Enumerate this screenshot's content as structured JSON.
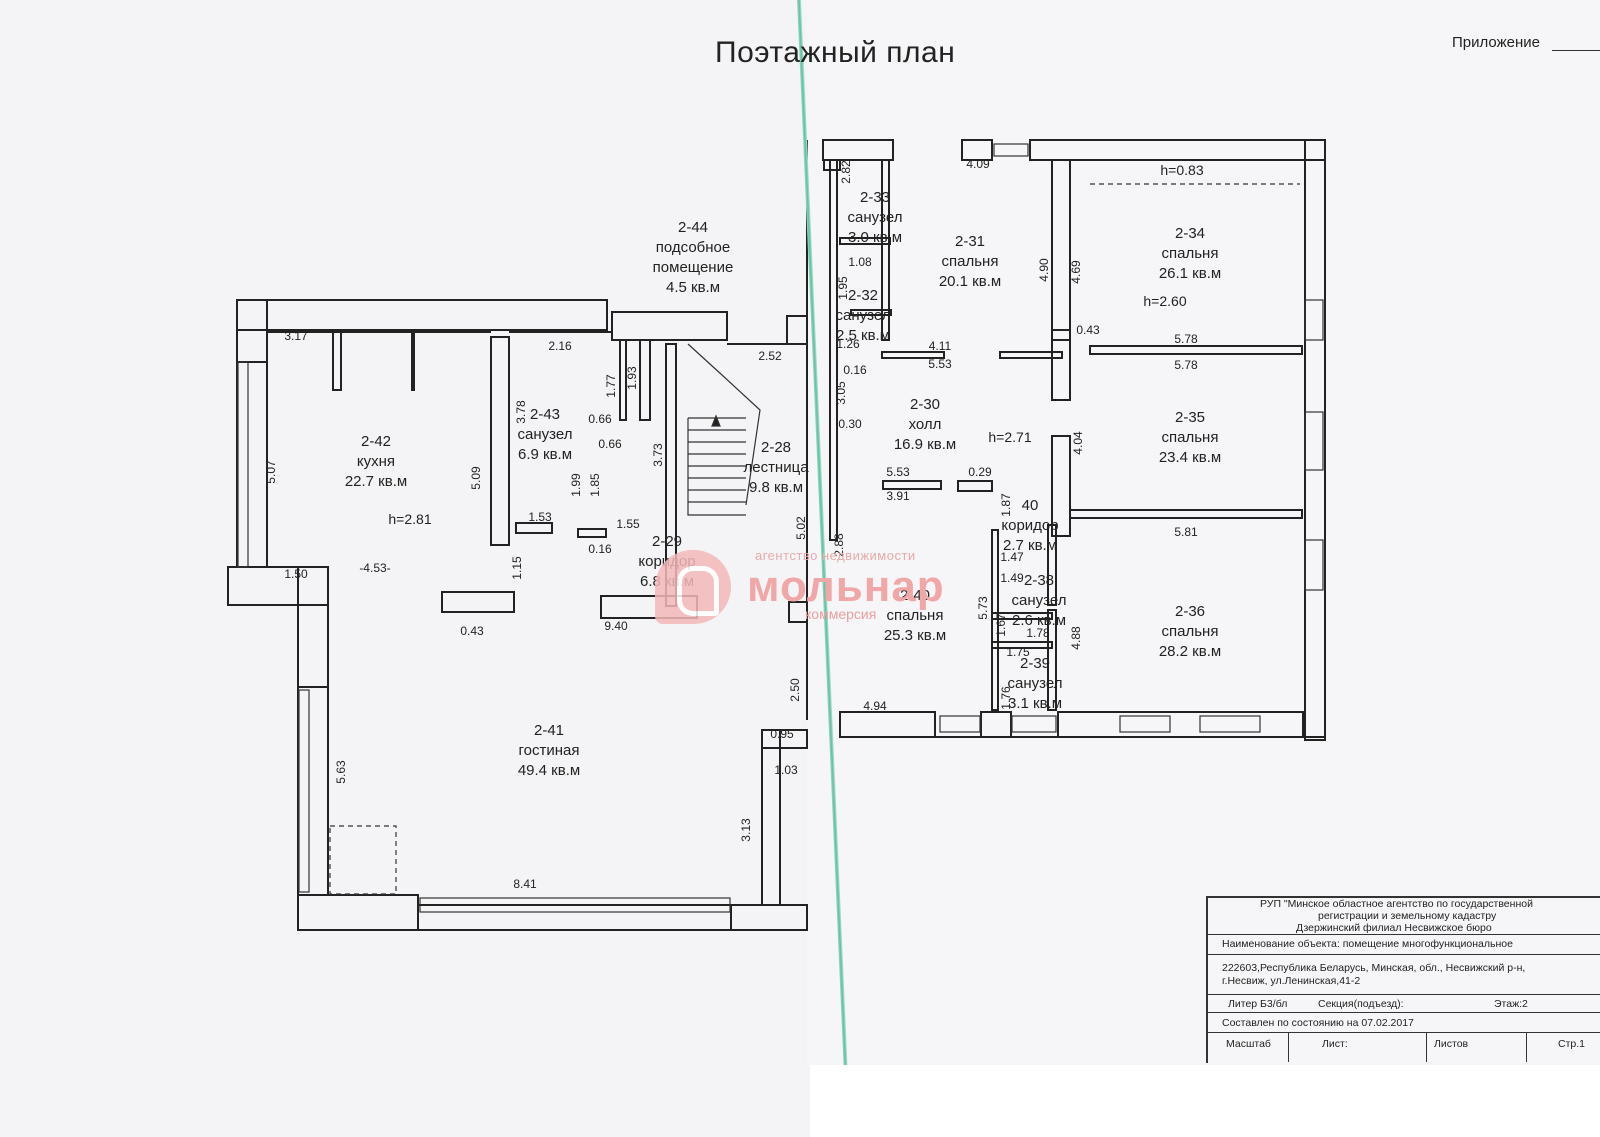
{
  "header": {
    "title": "Поэтажный план",
    "appendix_label": "Приложение"
  },
  "watermark": {
    "top": "агентство недвижимости",
    "main": "мольнар",
    "sub": "коммерсия"
  },
  "rooms": [
    {
      "id": "2-44",
      "name": "подсобное помещение",
      "area": "4.5 кв.м"
    },
    {
      "id": "2-42",
      "name": "кухня",
      "area": "22.7 кв.м"
    },
    {
      "id": "2-43",
      "name": "санузел",
      "area": "6.9 кв.м"
    },
    {
      "id": "2-28",
      "name": "лестница",
      "area": "9.8 кв.м"
    },
    {
      "id": "2-29",
      "name": "коридор",
      "area": "6.8 кв.м"
    },
    {
      "id": "2-41",
      "name": "гостиная",
      "area": "49.4 кв.м"
    },
    {
      "id": "2-33",
      "name": "санузел",
      "area": "3.0 кв.м"
    },
    {
      "id": "2-31",
      "name": "спальня",
      "area": "20.1 кв.м"
    },
    {
      "id": "2-32",
      "name": "санузел",
      "area": "2.5 кв.м"
    },
    {
      "id": "2-34",
      "name": "спальня",
      "area": "26.1 кв.м"
    },
    {
      "id": "2-30",
      "name": "холл",
      "area": "16.9 кв.м"
    },
    {
      "id": "2-35",
      "name": "спальня",
      "area": "23.4 кв.м"
    },
    {
      "id": "40",
      "name": "коридор",
      "area": "2.7 кв.м"
    },
    {
      "id": "2-40",
      "name": "спальня",
      "area": "25.3 кв.м"
    },
    {
      "id": "2-38",
      "name": "санузел",
      "area": "2.6 кв.м"
    },
    {
      "id": "2-36",
      "name": "спальня",
      "area": "28.2 кв.м"
    },
    {
      "id": "2-39",
      "name": "санузел",
      "area": "3.1 кв.м"
    }
  ],
  "heights": [
    "h=2.81",
    "h=0.83",
    "h=2.60",
    "h=2.71"
  ],
  "dimensions": [
    "3.17",
    "2.16",
    "1.77",
    "1.93",
    "2.52",
    "3.78",
    "0.66",
    "0.66",
    "5.07",
    "5.09",
    "3.73",
    "1.99",
    "1.85",
    "1.53",
    "1.55",
    "0.16",
    "1.50",
    "-4.53-",
    "1.15",
    "0.43",
    "9.40",
    "5.02",
    "2.50",
    "0.95",
    "1.03",
    "5.63",
    "3.13",
    "8.41",
    "2.82",
    "1.08",
    "1.95",
    "1.26",
    "0.16",
    "3.05",
    "0.30",
    "4.09",
    "4.11",
    "5.53",
    "4.90",
    "4.69",
    "0.43",
    "5.78",
    "5.78",
    "4.04",
    "5.53",
    "3.91",
    "0.29",
    "1.87",
    "1.47",
    "1.49",
    "5.81",
    "2.88",
    "5.73",
    "1.67",
    "1.78",
    "1.75",
    "4.88",
    "1.76",
    "4.94"
  ],
  "stamp": {
    "org_line1": "РУП \"Минское областное агентство по государственной",
    "org_line2": "регистрации и земельному кадастру",
    "org_line3": "Дзержинский  филиал   Несвижское   бюро",
    "object": "Наименование объекта: помещение  многофункциональное",
    "address_line1": "222603,Республика Беларусь, Минская, обл., Несвижский р-н,",
    "address_line2": "г.Несвиж, ул.Ленинская,41-2",
    "liter": "Литер  Б3/бл",
    "section": "Секция(подъезд):",
    "floor": "Этаж:2",
    "date": "Составлен по состоянию на 07.02.2017",
    "scale": "Масштаб",
    "sheet": "Лист:",
    "sheets": "Листов",
    "page": "Стр.1"
  }
}
